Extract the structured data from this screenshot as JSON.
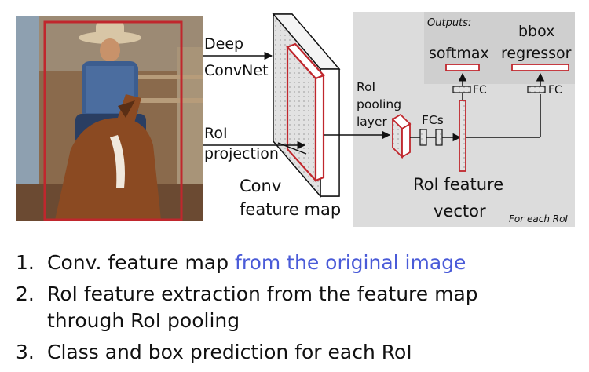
{
  "diagram": {
    "image_label_1": "Deep",
    "image_label_2": "ConvNet",
    "roi_label_1": "RoI",
    "roi_label_2": "projection",
    "conv_label_1": "Conv",
    "conv_label_2": "feature map",
    "pool_label_1": "RoI",
    "pool_label_2": "pooling",
    "pool_label_3": "layer",
    "fcs_label": "FCs",
    "outputs_label": "Outputs:",
    "softmax_label": "softmax",
    "bbox_label_1": "bbox",
    "bbox_label_2": "regressor",
    "fc_left_label": "FC",
    "fc_right_label": "FC",
    "vector_label_1": "RoI feature",
    "vector_label_2": "vector",
    "each_roi_label": "For each RoI"
  },
  "steps": [
    {
      "num": "1.",
      "text": "Conv. feature map ",
      "highlight": "from the original image"
    },
    {
      "num": "2.",
      "text": "RoI feature extraction from the feature map through RoI pooling",
      "highlight": ""
    },
    {
      "num": "3.",
      "text": "Class and box prediction for each RoI",
      "highlight": ""
    }
  ],
  "colors": {
    "highlight": "#4a5bd8",
    "roi_box": "#c0272d",
    "panel": "#dcdcdc"
  }
}
